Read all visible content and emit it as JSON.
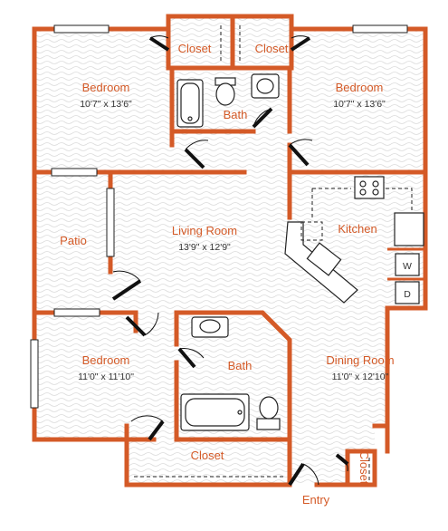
{
  "rooms": {
    "bedroom_top_left": {
      "name": "Bedroom",
      "dims": "10'7\" x 13'6\""
    },
    "bedroom_top_right": {
      "name": "Bedroom",
      "dims": "10'7\" x 13'6\""
    },
    "closet_top_left": {
      "name": "Closet"
    },
    "closet_top_right": {
      "name": "Closet"
    },
    "bath_top": {
      "name": "Bath"
    },
    "living_room": {
      "name": "Living Room",
      "dims": "13'9\" x 12'9\""
    },
    "patio": {
      "name": "Patio"
    },
    "kitchen": {
      "name": "Kitchen"
    },
    "bedroom_bottom": {
      "name": "Bedroom",
      "dims": "11'0\" x 11'10\""
    },
    "bath_bottom": {
      "name": "Bath"
    },
    "closet_bottom": {
      "name": "Closet"
    },
    "dining_room": {
      "name": "Dining Room",
      "dims": "11'0\" x 12'10\""
    },
    "closet_entry": {
      "name": "Closet"
    }
  },
  "appliances": {
    "washer": "W",
    "dryer": "D"
  },
  "entry": "Entry",
  "colors": {
    "wall": "#d45a27",
    "label": "#d45a27",
    "text": "#333333"
  }
}
